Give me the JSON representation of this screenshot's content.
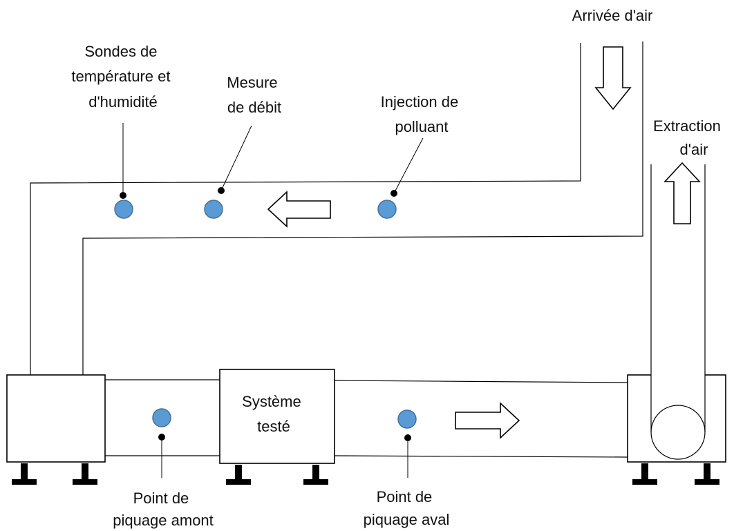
{
  "colors": {
    "sensor_fill": "#5b9bd5",
    "sensor_stroke": "#41719c",
    "line": "#000000",
    "background": "#ffffff"
  },
  "labels": {
    "air_inlet": "Arrivée d'air",
    "air_extraction": [
      "Extraction",
      "d'air"
    ],
    "temp_humidity_probes": [
      "Sondes de",
      "température et",
      "d'humidité"
    ],
    "flow_measurement": [
      "Mesure",
      "de débit"
    ],
    "pollutant_injection": [
      "Injection de",
      "polluant"
    ],
    "tested_system": [
      "Système",
      "testé"
    ],
    "upstream_sampling": [
      "Point de",
      "piquage amont"
    ],
    "downstream_sampling": [
      "Point de",
      "piquage aval"
    ]
  }
}
